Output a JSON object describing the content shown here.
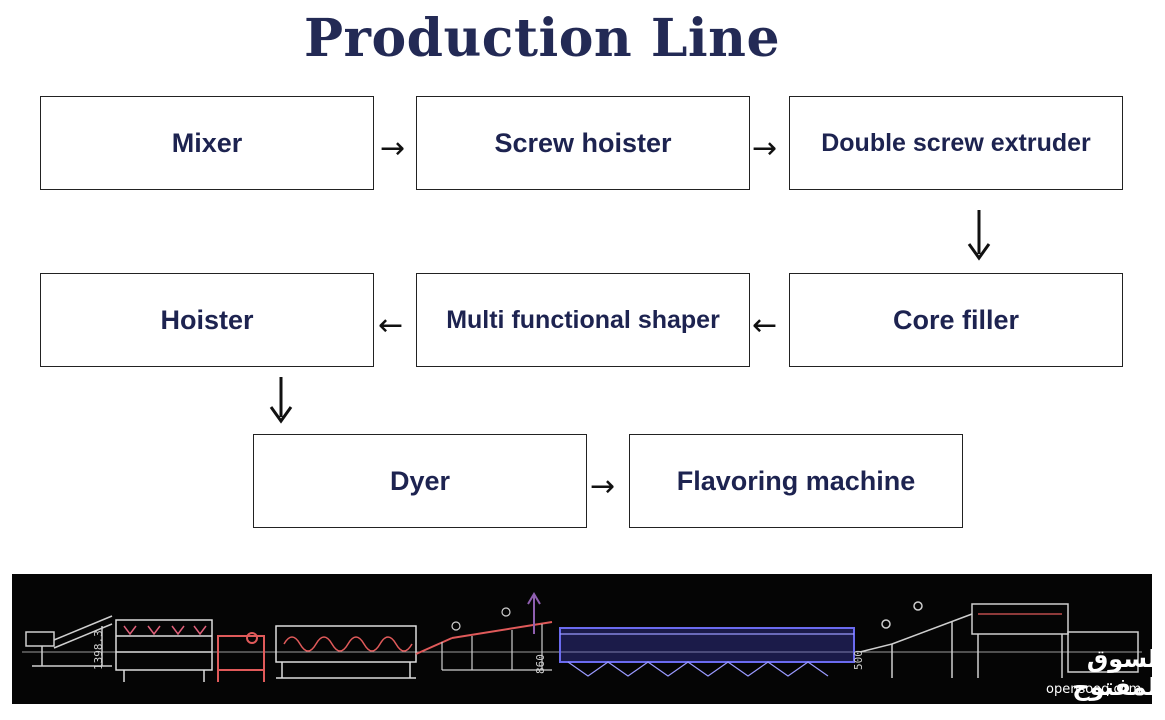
{
  "title": "Production Line",
  "steps": {
    "mixer": "Mixer",
    "screw_hoister": "Screw hoister",
    "double_screw_extruder": "Double screw extruder",
    "core_filler": "Core filler",
    "multi_functional_shaper": "Multi functional shaper",
    "hoister": "Hoister",
    "dyer": "Dyer",
    "flavoring_machine": "Flavoring machine"
  },
  "arrows": {
    "right": "→",
    "left": "←"
  },
  "drawing_labels": {
    "dim_1": "1398.3",
    "dim_2": "860",
    "dim_3": "500"
  },
  "watermark": {
    "arabic": "السوق المفتوح",
    "site": "opensooq.com"
  },
  "colors": {
    "title": "#232a55",
    "box_text": "#1d2350",
    "drawing_bg": "#050505"
  }
}
